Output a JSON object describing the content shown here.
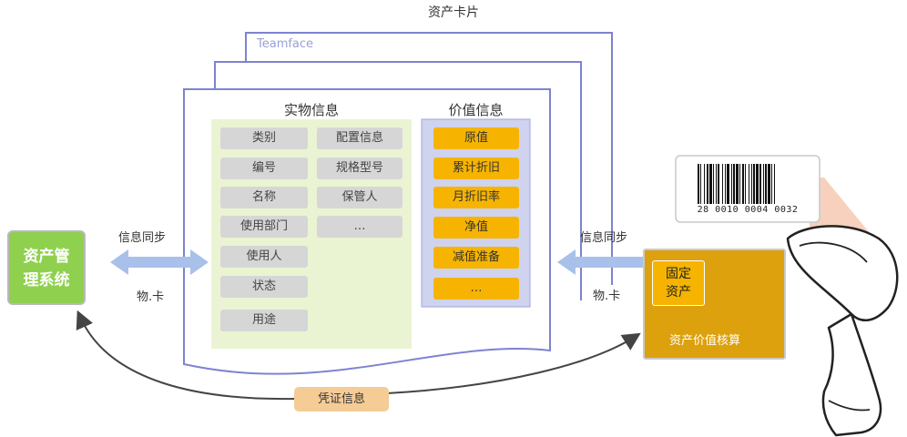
{
  "title": "资产卡片",
  "card_brand": "Teamface",
  "physical": {
    "title": "实物信息",
    "col1": [
      "类别",
      "编号",
      "名称",
      "使用部门",
      "使用人",
      "状态",
      "用途"
    ],
    "col2": [
      "配置信息",
      "规格型号",
      "保管人",
      "…"
    ]
  },
  "value": {
    "title": "价值信息",
    "items": [
      "原值",
      "累计折旧",
      "月折旧率",
      "净值",
      "减值准备",
      "…"
    ]
  },
  "left_system": {
    "line1": "资产管",
    "line2": "理系统"
  },
  "left_link": {
    "top": "信息同步",
    "bottom": "物.卡"
  },
  "right_link": {
    "top": "信息同步",
    "bottom": "物.卡"
  },
  "fixed_asset": {
    "line1": "固定",
    "line2": "资产"
  },
  "value_accounting": "资产价值核算",
  "voucher": "凭证信息",
  "barcode_number": "28 0010 0004 0032",
  "colors": {
    "card_border": "#7d83cf",
    "green_box": "#8fd14f",
    "physical_bg": "#eaf4d3",
    "value_bg": "#cfd3ee",
    "orange": "#f6b400",
    "accounting_box": "#dca10c",
    "arrow_blue": "#a8c0ea",
    "voucher": "#f5cc96"
  }
}
